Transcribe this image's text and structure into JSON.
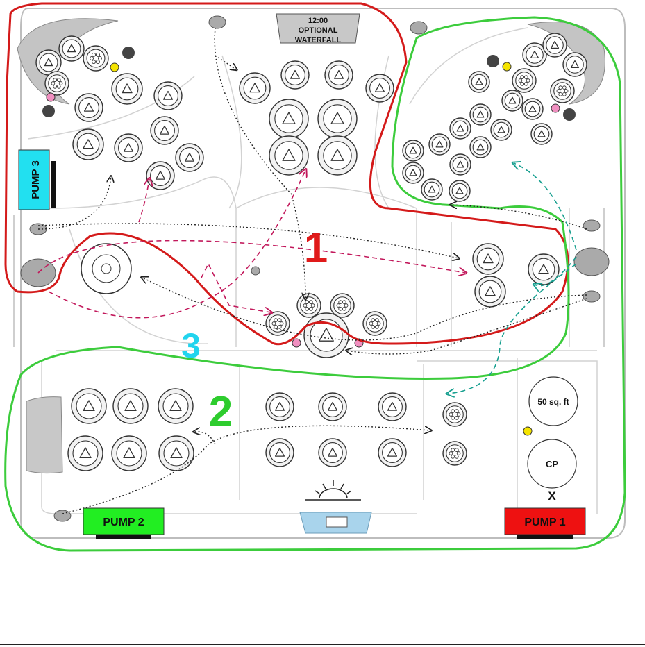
{
  "waterfall": {
    "time": "12:00",
    "line1": "OPTIONAL",
    "line2": "WATERFALL"
  },
  "zones": [
    {
      "number": "1",
      "color": "#e01a1a"
    },
    {
      "number": "2",
      "color": "#2ecc2e"
    },
    {
      "number": "3",
      "color": "#22d4ee"
    }
  ],
  "pumps": [
    {
      "label": "PUMP 1",
      "bg": "#ee1111"
    },
    {
      "label": "PUMP 2",
      "bg": "#22ee22"
    },
    {
      "label": "PUMP 3",
      "bg": "#22e0f0"
    }
  ],
  "area": "50 sq. ft",
  "control_panel": "CP",
  "marker": "X",
  "colors": {
    "zone1_outline": "#d41a1a",
    "zone2_outline": "#3ccc3c",
    "zone1_flow": "#c2185b",
    "zone2_flow": "#18a090",
    "jet_fill": "#f2f2f2",
    "jet_stroke": "#333333",
    "indicator_yellow": "#f5e400",
    "indicator_pink": "#f08fc0",
    "lounger_gray": "#c4c4c4"
  }
}
